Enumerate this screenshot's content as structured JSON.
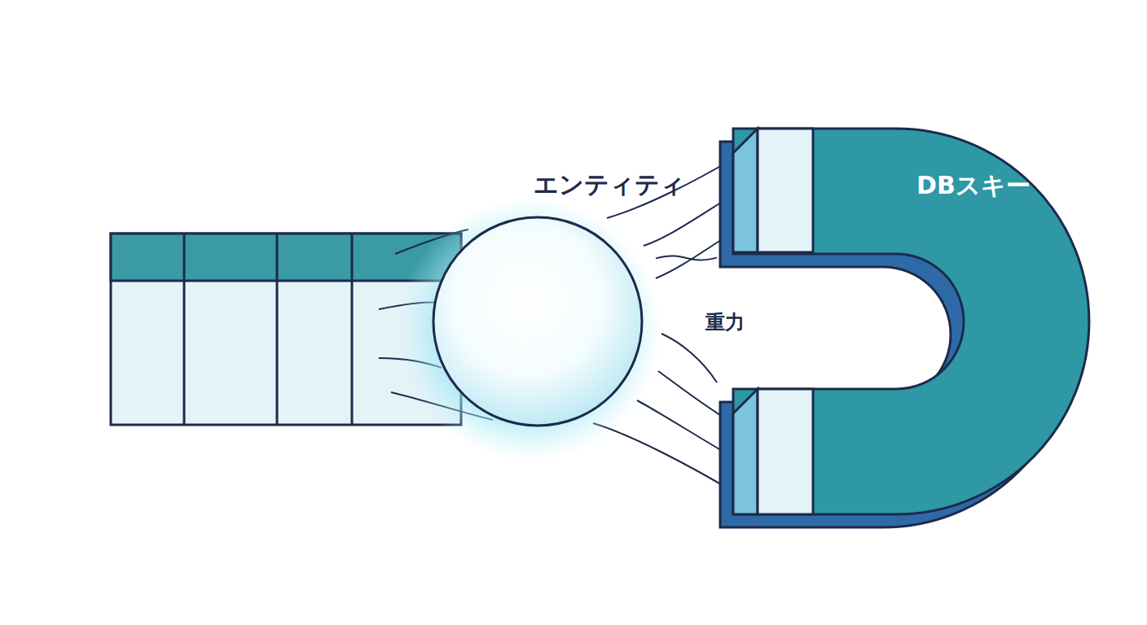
{
  "diagram": {
    "nodes": [
      {
        "text": [
          "エンティティ"
        ]
      },
      {
        "text": [
          "DBスキーマ"
        ]
      }
    ],
    "edges": [
      {
        "from": 1,
        "to": 0,
        "arrow": "none",
        "label": "重力"
      }
    ]
  }
}
